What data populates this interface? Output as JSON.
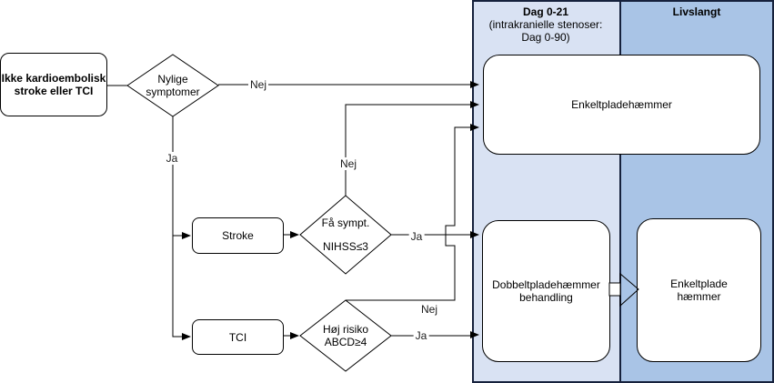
{
  "header": {
    "col1_title": "Dag 0-21",
    "col1_subtitle": "(intrakranielle stenoser:\nDag 0-90)",
    "col2_title": "Livslangt"
  },
  "nodes": {
    "start": "Ikke kardioembolisk\nstroke eller TCI",
    "recent_symptoms": "Nylige\nsymptomer",
    "stroke": "Stroke",
    "tci": "TCI",
    "few_sympt_line1": "Få sympt.",
    "few_sympt_line2": "NIHSS≤3",
    "high_risk": "Høj risiko\nABCD≥4",
    "single_antiplatelet": "Enkeltpladehæmmer",
    "dual_antiplatelet": "Dobbeltpladehæmmer\nbehandling",
    "single_antiplatelet_lifelong": "Enkeltplade\nhæmmer"
  },
  "edges": {
    "recent_no": "Nej",
    "recent_yes": "Ja",
    "few_no": "Nej",
    "few_yes": "Ja",
    "risk_no": "Nej",
    "risk_yes": "Ja"
  },
  "colors": {
    "column1_bg": "#d9e2f3",
    "column2_bg": "#a9c4e6",
    "panel_border": "#16213c",
    "node_fill": "#ffffff",
    "line": "#000000"
  }
}
